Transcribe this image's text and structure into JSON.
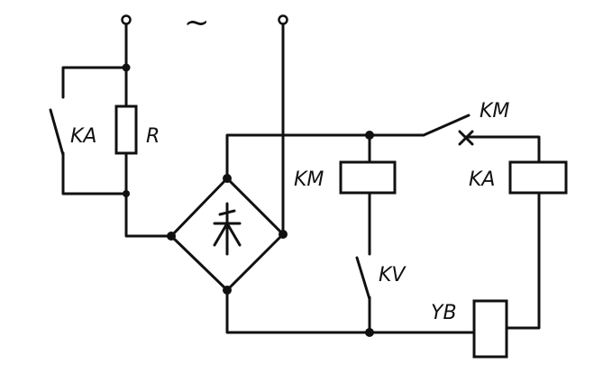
{
  "labels": {
    "ac_symbol": "~",
    "ka_contact": "KA",
    "resistor": "R",
    "km_coil": "KM",
    "km_contact": "KM",
    "ka_coil": "KA",
    "kv_contact": "KV",
    "yb_coil": "YB"
  }
}
